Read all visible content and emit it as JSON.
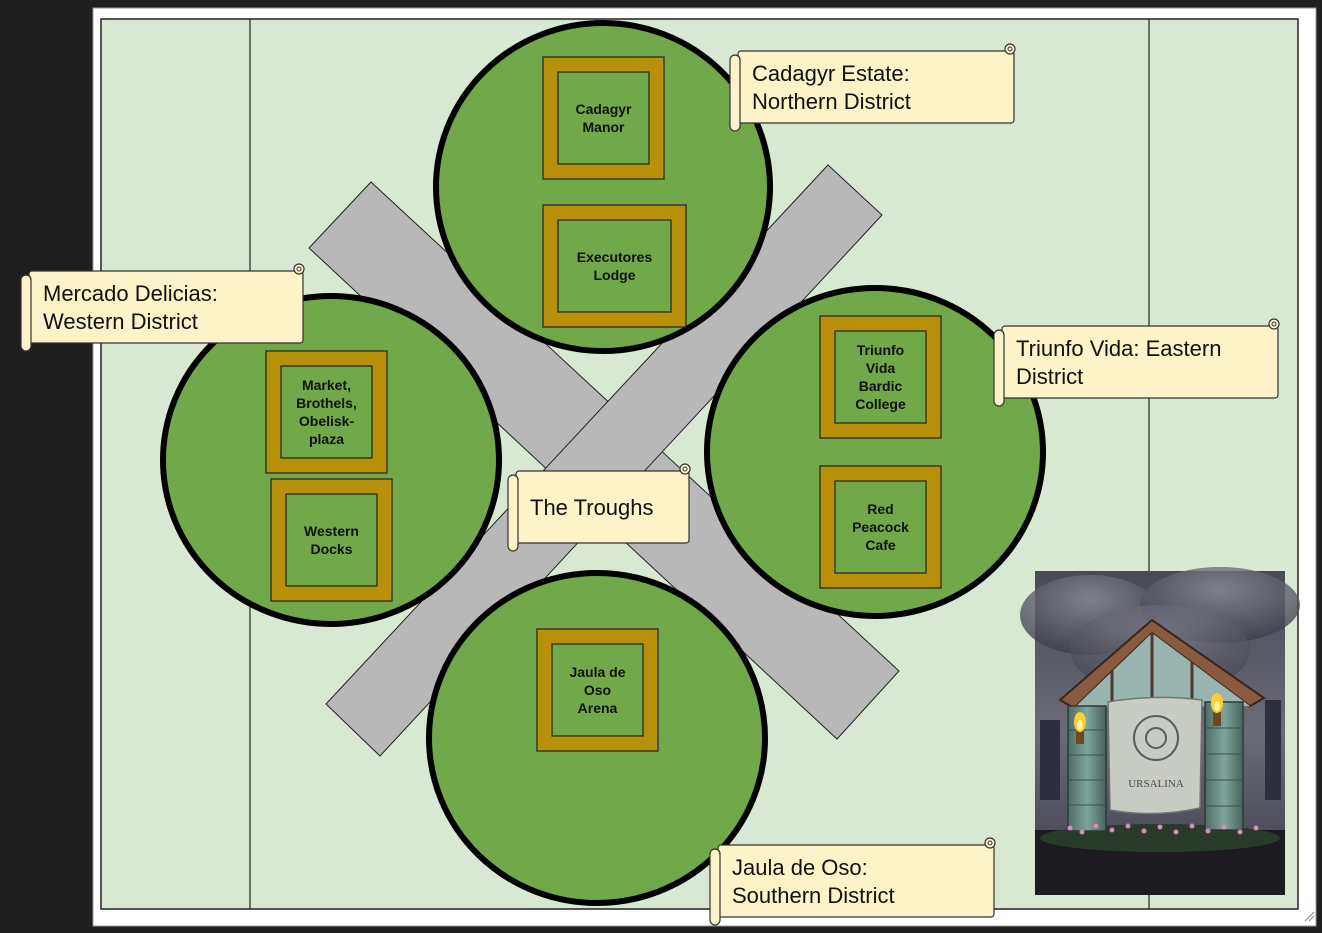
{
  "colors": {
    "frame_dark": "#1f1f1f",
    "canvas_bg": "#ffffff",
    "map_bg": "#d9e8d3",
    "road": "#b8b8b8",
    "district_fill": "#70a84a",
    "building_outer": "#b8900a",
    "building_inner": "#70a84a",
    "scroll_fill": "#fdf2c8"
  },
  "districts": [
    {
      "id": "northern",
      "label_lines": [
        "Cadagyr Estate:",
        "Northern District"
      ]
    },
    {
      "id": "western",
      "label_lines": [
        "Mercado Delicias:",
        "Western District"
      ]
    },
    {
      "id": "eastern",
      "label_lines": [
        "Triunfo Vida: Eastern",
        "District"
      ]
    },
    {
      "id": "southern",
      "label_lines": [
        "Jaula de Oso:",
        "Southern District"
      ]
    }
  ],
  "center_label": "The Troughs",
  "buildings": [
    {
      "district": "northern",
      "lines": [
        "Cadagyr",
        "Manor"
      ]
    },
    {
      "district": "northern",
      "lines": [
        "Executores",
        "Lodge"
      ]
    },
    {
      "district": "western",
      "lines": [
        "Market,",
        "Brothels,",
        "Obelisk-",
        "plaza"
      ]
    },
    {
      "district": "western",
      "lines": [
        "Western",
        "Docks"
      ]
    },
    {
      "district": "eastern",
      "lines": [
        "Triunfo",
        "Vida",
        "Bardic",
        "College"
      ]
    },
    {
      "district": "eastern",
      "lines": [
        "Red",
        "Peacock",
        "Cafe"
      ]
    },
    {
      "district": "southern",
      "lines": [
        "Jaula de",
        "Oso",
        "Arena"
      ]
    }
  ],
  "illustration": {
    "icon": "ursalina-gate-illustration",
    "sign_text": "URSALINA"
  }
}
